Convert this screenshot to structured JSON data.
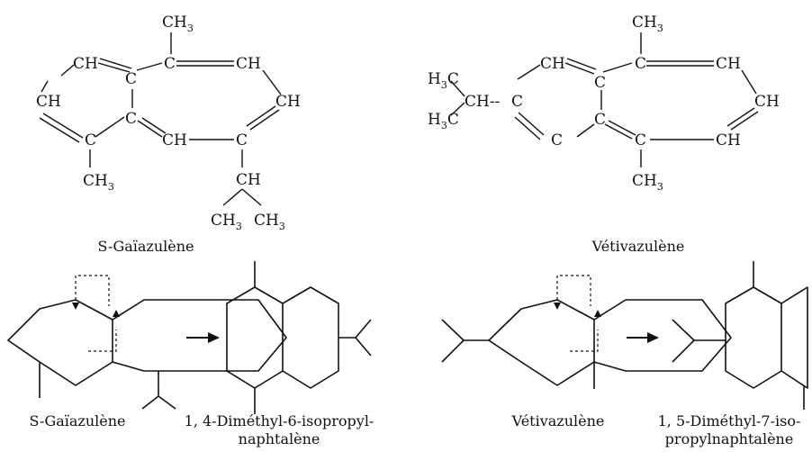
{
  "labels": {
    "ch3": "CH",
    "ch3_sub": "3",
    "ch": "CH",
    "c": "C",
    "h3c": "H",
    "h3c_sub": "3",
    "h3c_tail": "C",
    "chdash": "CH--"
  },
  "captions": {
    "s_gaiazulene_top": "S-Gaïazulène",
    "vetivazulene_top": "Vétivazulène",
    "s_gaiazulene_bottom": "S-Gaïazulène",
    "vetivazulene_bottom": "Vétivazulène",
    "product1_line1": "1, 4-Diméthyl-6-isopropyl-",
    "product1_line2": "naphtalène",
    "product2_line1": "1, 5-Diméthyl-7-iso-",
    "product2_line2": "propylnaphtalène"
  }
}
